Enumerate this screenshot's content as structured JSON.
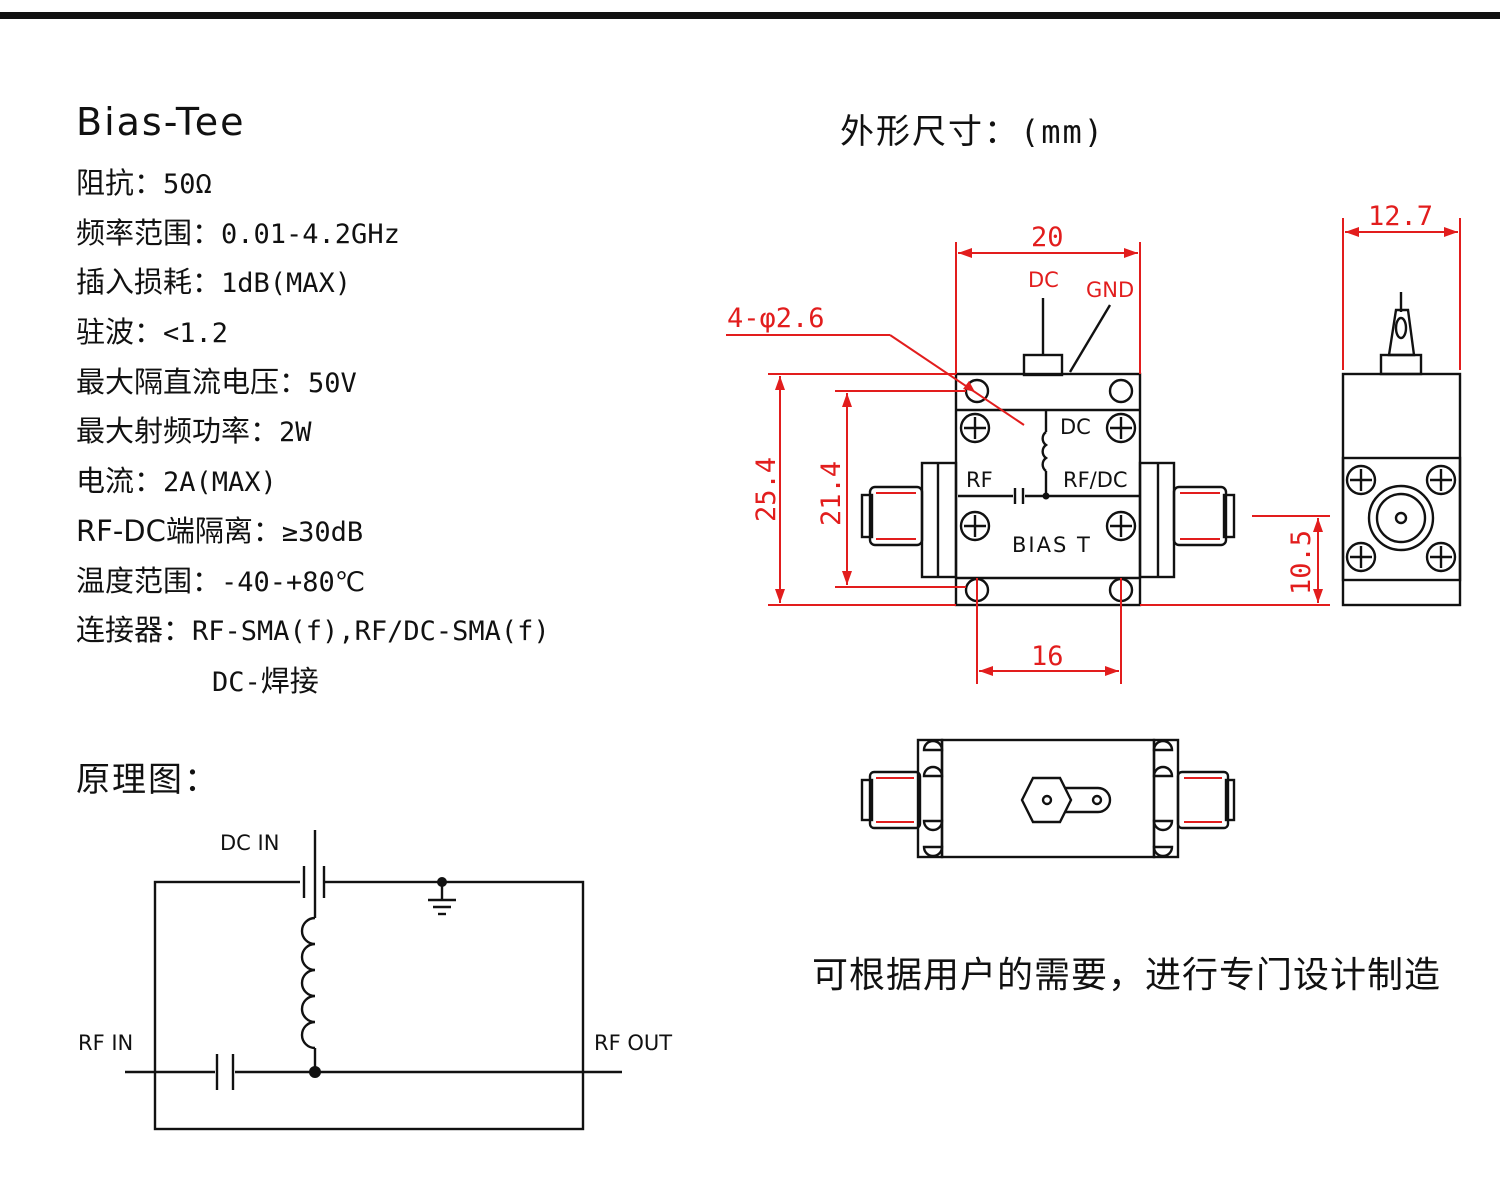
{
  "header": {
    "title": "Bias-Tee"
  },
  "specs": [
    {
      "label": "阻抗：",
      "value": "50Ω"
    },
    {
      "label": "频率范围：",
      "value": "0.01-4.2GHz"
    },
    {
      "label": "插入损耗：",
      "value": "1dB(MAX)"
    },
    {
      "label": "驻波：",
      "value": "<1.2"
    },
    {
      "label": "最大隔直流电压：",
      "value": "50V"
    },
    {
      "label": "最大射频功率：",
      "value": "2W"
    },
    {
      "label": "电流：",
      "value": "2A(MAX)"
    },
    {
      "label": "RF-DC端隔离：",
      "value": "≥30dB"
    },
    {
      "label": "温度范围：",
      "value": "-40-+80℃"
    },
    {
      "label": "连接器：",
      "value": "RF-SMA(f),RF/DC-SMA(f)"
    }
  ],
  "connector_line2": {
    "prefix": "DC-",
    "text": "焊接"
  },
  "schematic": {
    "title": "原理图：",
    "dc_in": "DC IN",
    "rf_in": "RF IN",
    "rf_out": "RF OUT"
  },
  "dimensions": {
    "title": "外形尺寸：",
    "unit": "(mm)",
    "width_top": "20",
    "width_bottom": "16",
    "height_outer": "25.4",
    "height_inner": "21.4",
    "hole": "4-φ2.6",
    "side_width": "12.7",
    "side_height": "10.5",
    "pin_dc": "DC",
    "pin_gnd": "GND",
    "label_rf": "RF",
    "label_rfdc": "RF/DC",
    "label_dc": "DC",
    "label_bias": "BIAS T"
  },
  "footer": {
    "custom": "可根据用户的需要，进行专门设计制造"
  },
  "colors": {
    "dimension": "#e21d1d",
    "line": "#111111"
  }
}
